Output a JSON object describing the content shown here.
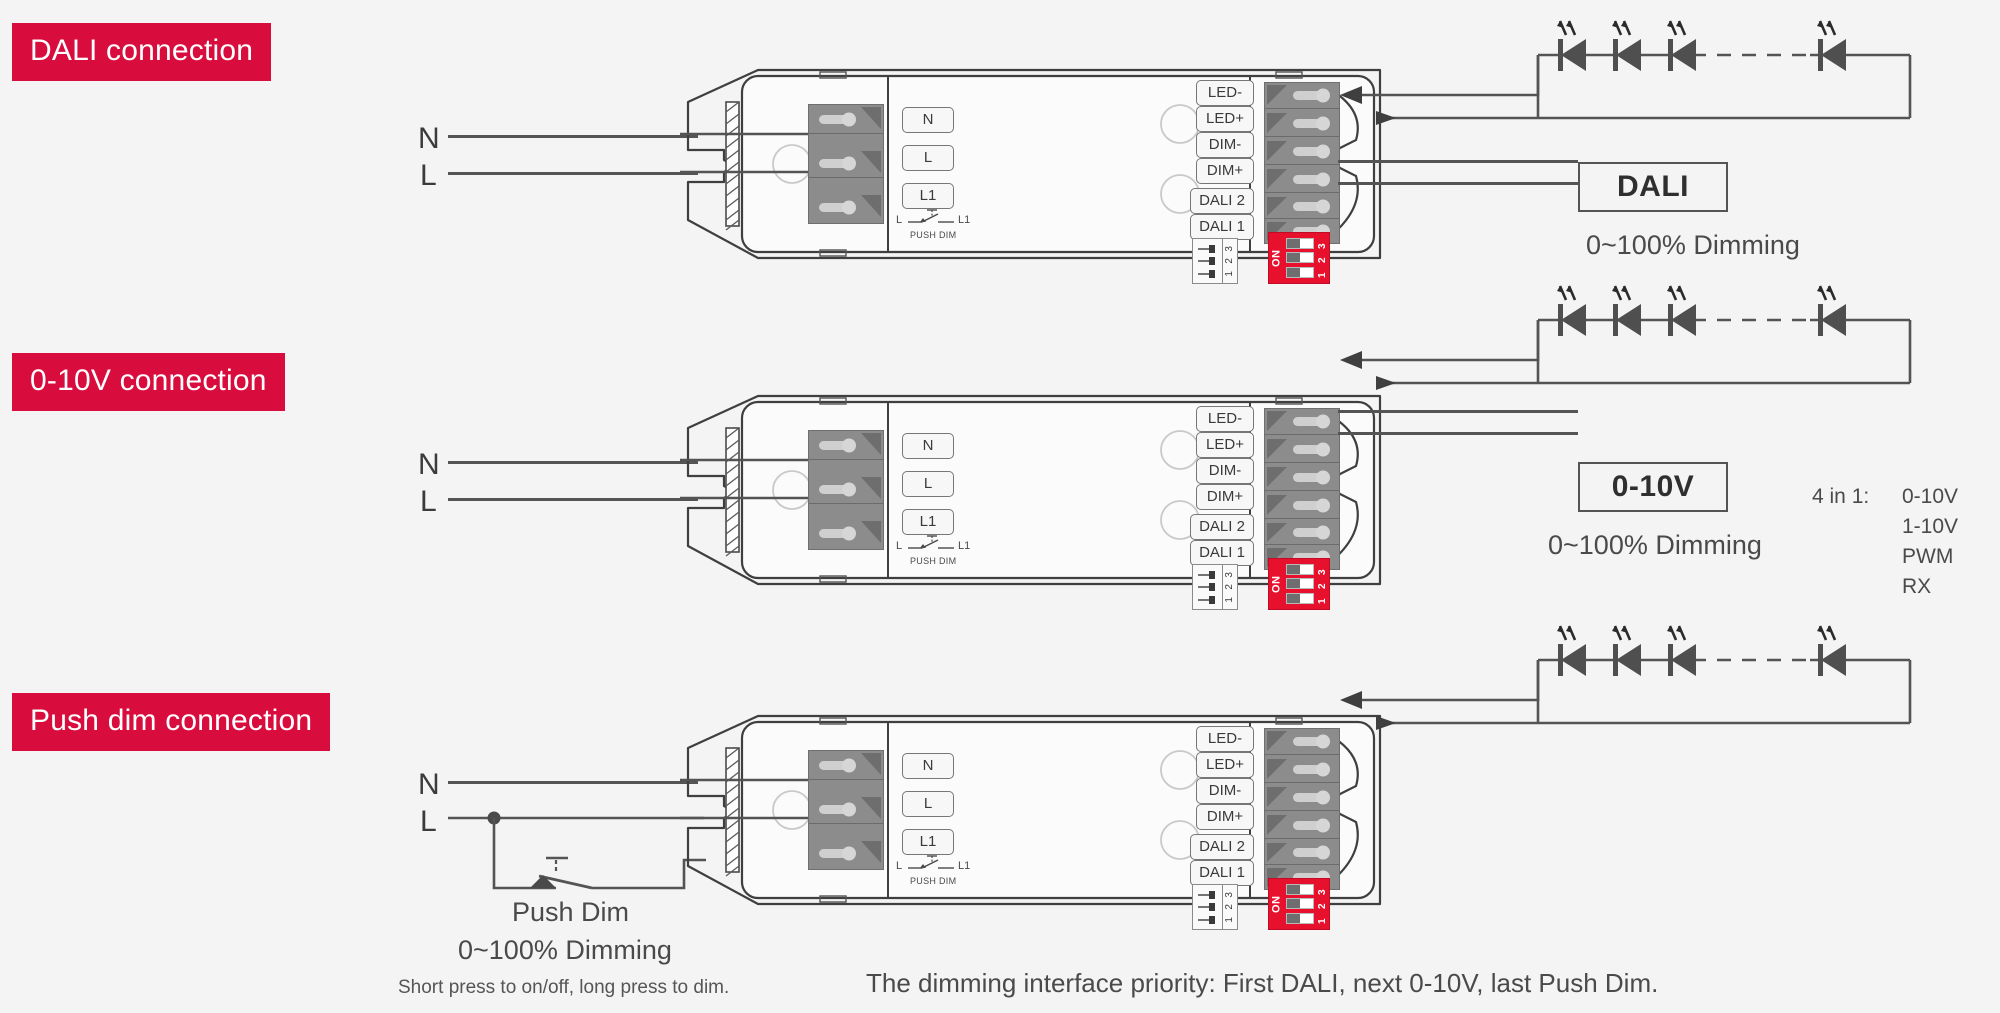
{
  "page": {
    "background": "#f4f4f4",
    "accent": "#d80d3e",
    "dip_color": "#e8112d",
    "line_color": "#545454"
  },
  "sections": [
    {
      "id": "dali",
      "badge": "DALI connection",
      "protocol_box": "DALI",
      "dimming_note": "0~100% Dimming",
      "mains": {
        "neutral": "N",
        "live": "L"
      },
      "dip": {
        "on_label": "ON",
        "numbers": [
          "3",
          "2",
          "1"
        ],
        "positions": [
          "left",
          "left",
          "left"
        ]
      }
    },
    {
      "id": "zero-ten-volt",
      "badge": "0-10V connection",
      "protocol_box": "0-10V",
      "dimming_note": "0~100% Dimming",
      "mains": {
        "neutral": "N",
        "live": "L"
      },
      "dip": {
        "on_label": "ON",
        "numbers": [
          "3",
          "2",
          "1"
        ],
        "positions": [
          "left",
          "left",
          "left"
        ]
      }
    },
    {
      "id": "push-dim",
      "badge": "Push dim connection",
      "protocol_box": "",
      "dimming_note": "0~100% Dimming",
      "mains": {
        "neutral": "N",
        "live": "L"
      },
      "push_dim_label": "Push Dim",
      "push_dim_hint": "Short press to on/off, long press to dim.",
      "dip": {
        "on_label": "ON",
        "numbers": [
          "3",
          "2",
          "1"
        ],
        "positions": [
          "left",
          "left",
          "left"
        ]
      }
    }
  ],
  "device": {
    "input_terminals": [
      "N",
      "L",
      "L1"
    ],
    "push_dim_glyph": {
      "left": "L",
      "right": "L1",
      "caption": "PUSH DIM"
    },
    "output_terminals_top": [
      "LED-",
      "LED+",
      "DIM-",
      "DIM+"
    ],
    "output_terminals_bottom": [
      "DALI 2",
      "DALI 1"
    ],
    "legend_numbers": [
      "3",
      "2",
      "1"
    ]
  },
  "four_in_one": {
    "label": "4 in 1:",
    "options": [
      "0-10V",
      "1-10V",
      "PWM",
      "RX"
    ]
  },
  "footer": {
    "priority_note": "The dimming interface priority: First DALI, next 0-10V, last Push Dim."
  }
}
